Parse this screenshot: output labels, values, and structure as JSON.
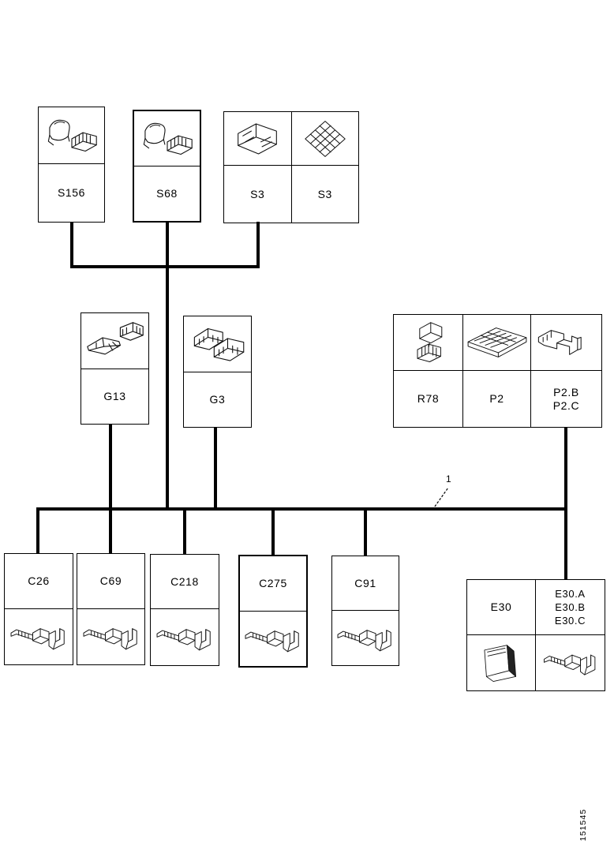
{
  "figure": {
    "background": "#ffffff",
    "line_color": "#000000",
    "callout": "1",
    "figure_number": "151545"
  },
  "nodes": {
    "s156": {
      "label": "S156",
      "image": "relay-and-connector-icon"
    },
    "s68": {
      "label": "S68",
      "image": "relay-and-connector-icon"
    },
    "s3_left": {
      "label": "S3",
      "image": "connector-block-icon"
    },
    "s3_right": {
      "label": "S3",
      "image": "diamond-grille-icon"
    },
    "g13": {
      "label": "G13",
      "image": "harness-bracket-icon"
    },
    "g3": {
      "label": "G3",
      "image": "connector-pair-icon"
    },
    "r78": {
      "label": "R78",
      "image": "relay-cube-icon"
    },
    "p2": {
      "label": "P2",
      "image": "fuse-panel-icon"
    },
    "p2bc": {
      "lines": [
        "P2.B",
        "P2.C"
      ],
      "image": "mounting-bracket-icon"
    },
    "c26": {
      "label": "C26",
      "image": "terminal-pin-icon"
    },
    "c69": {
      "label": "C69",
      "image": "terminal-pin-icon"
    },
    "c218": {
      "label": "C218",
      "image": "terminal-pin-icon"
    },
    "c275": {
      "label": "C275",
      "image": "terminal-pin-icon"
    },
    "c91": {
      "label": "C91",
      "image": "terminal-pin-icon"
    },
    "e30": {
      "label": "E30",
      "image": "control-module-icon"
    },
    "e30abc": {
      "lines": [
        "E30.A",
        "E30.B",
        "E30.C"
      ],
      "image": "terminal-pin-icon"
    }
  }
}
